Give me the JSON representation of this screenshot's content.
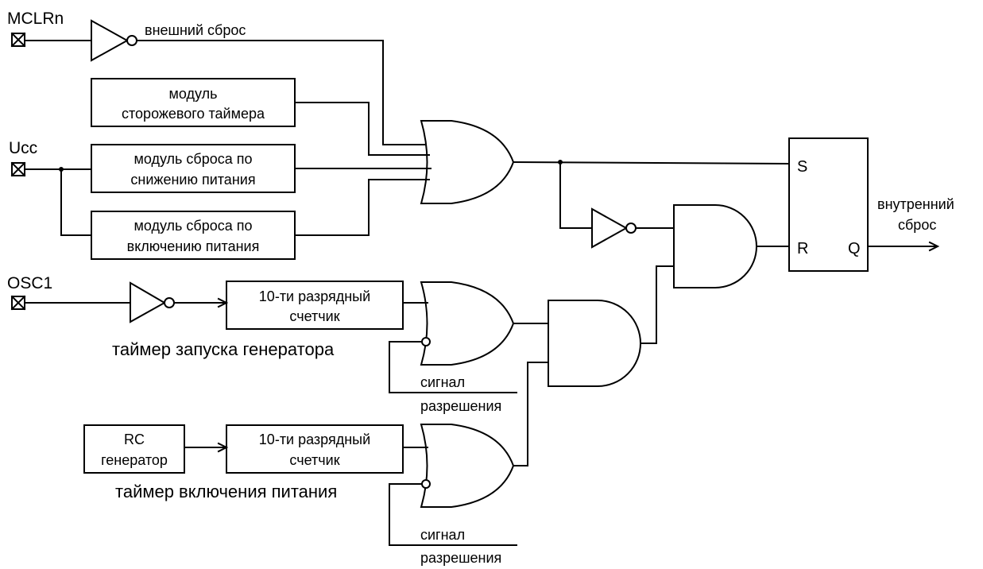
{
  "pins": {
    "mclr": "MCLRn",
    "ucc": "Ucc",
    "osc1": "OSC1"
  },
  "labels": {
    "external_reset": "внешний сброс",
    "internal_reset_l1": "внутренний",
    "internal_reset_l2": "сброс",
    "oscillator_startup_timer": "таймер запуска генератора",
    "powerup_timer": "таймер включения питания",
    "enable_signal_1_l1": "сигнал",
    "enable_signal_1_l2": "разрешения",
    "enable_signal_2_l1": "сигнал",
    "enable_signal_2_l2": "разрешения"
  },
  "blocks": {
    "watchdog_l1": "модуль",
    "watchdog_l2": "сторожевого таймера",
    "brownout_l1": "модуль сброса по",
    "brownout_l2": "снижению питания",
    "por_l1": "модуль сброса по",
    "por_l2": "включению питания",
    "counter1_l1": "10-ти разрядный",
    "counter1_l2": "счетчик",
    "counter2_l1": "10-ти разрядный",
    "counter2_l2": "счетчик",
    "rc_l1": "RC",
    "rc_l2": "генератор"
  },
  "flipflop": {
    "s": "S",
    "r": "R",
    "q": "Q"
  }
}
